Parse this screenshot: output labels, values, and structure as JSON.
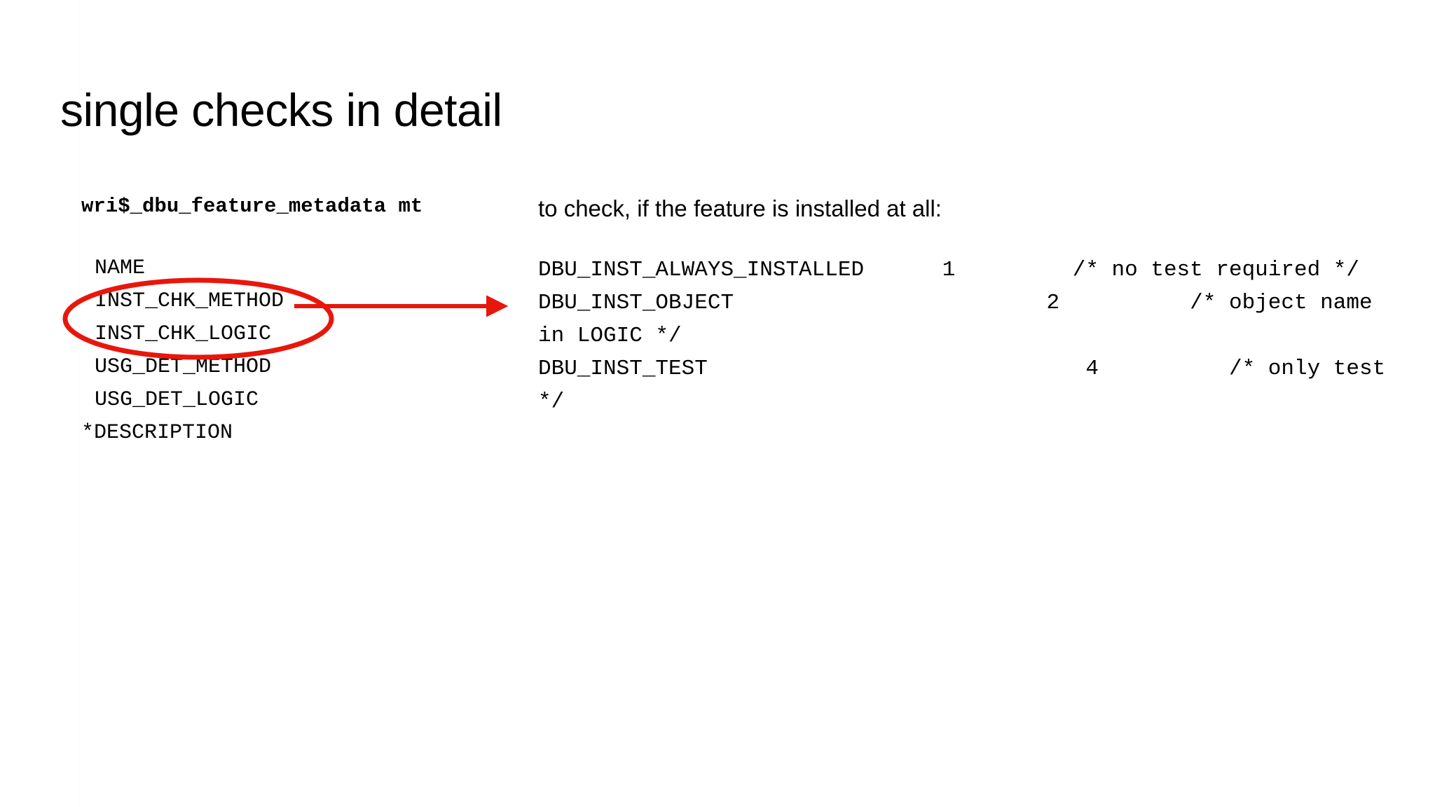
{
  "slide": {
    "title": "single checks in detail",
    "background_color": "#ffffff",
    "text_color": "#000000",
    "annotation_color": "#e8160b"
  },
  "left": {
    "table_name": "wri$_dbu_feature_metadata mt",
    "columns": [
      {
        "label": "NAME",
        "indented": true,
        "highlighted": false
      },
      {
        "label": "INST_CHK_METHOD",
        "indented": true,
        "highlighted": true
      },
      {
        "label": "INST_CHK_LOGIC",
        "indented": true,
        "highlighted": true
      },
      {
        "label": "USG_DET_METHOD",
        "indented": true,
        "highlighted": false
      },
      {
        "label": "USG_DET_LOGIC",
        "indented": true,
        "highlighted": false
      },
      {
        "label": "*DESCRIPTION",
        "indented": false,
        "highlighted": false
      }
    ]
  },
  "right": {
    "intro": "to check, if the feature is installed at all:",
    "constants": [
      "DBU_INST_ALWAYS_INSTALLED      1         /* no test required */",
      "DBU_INST_OBJECT                        2          /* object name in LOGIC */",
      "DBU_INST_TEST                             4          /* only test */"
    ]
  },
  "annotation": {
    "ellipse_name": "red-ellipse-highlight",
    "arrow_name": "red-arrow-pointer",
    "color": "#e8160b",
    "stroke_width": 6
  }
}
